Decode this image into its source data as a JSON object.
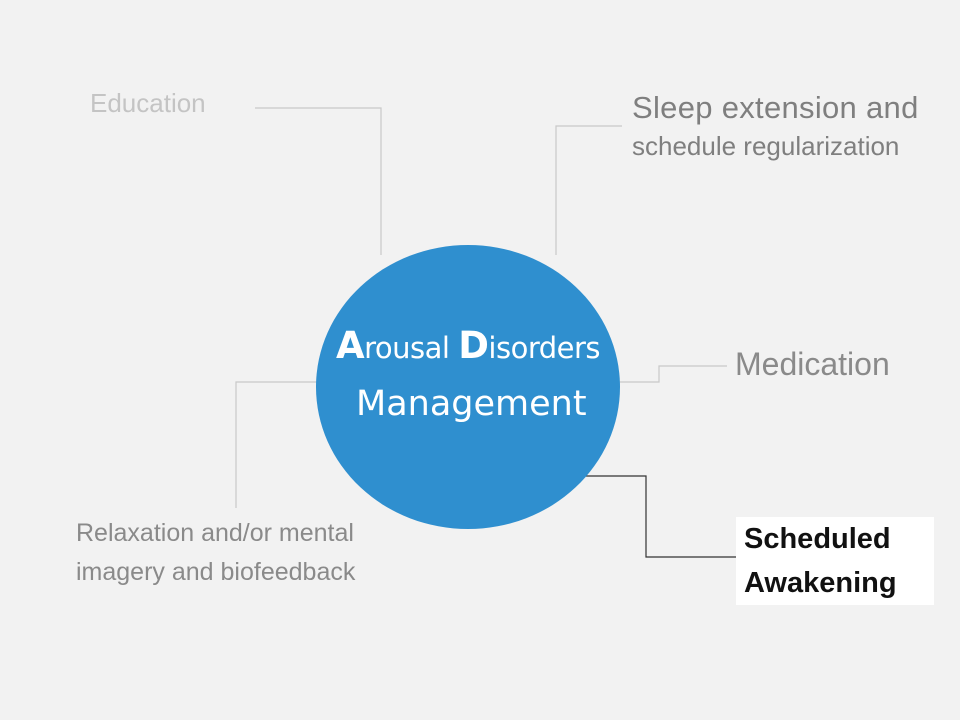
{
  "diagram": {
    "center": {
      "title_cap_1": "A",
      "title_rest_1": "rousal ",
      "title_cap_2": "D",
      "title_rest_2": "isorders",
      "subtitle": "Management",
      "fill_color": "#2f8fcf"
    },
    "branches": [
      {
        "id": "education",
        "label": "Education",
        "color": "#c4c4c4"
      },
      {
        "id": "sleep",
        "label_line1": "Sleep extension and",
        "label_line2": "schedule regularization",
        "color": "#7f7f7f"
      },
      {
        "id": "medication",
        "label": "Medication",
        "color": "#8a8a8a"
      },
      {
        "id": "relaxation",
        "label": "Relaxation and/or mental imagery and biofeedback",
        "color": "#8a8a8a"
      },
      {
        "id": "scheduled",
        "label": "Scheduled Awakening",
        "color": "#111111",
        "highlighted": true
      }
    ]
  }
}
